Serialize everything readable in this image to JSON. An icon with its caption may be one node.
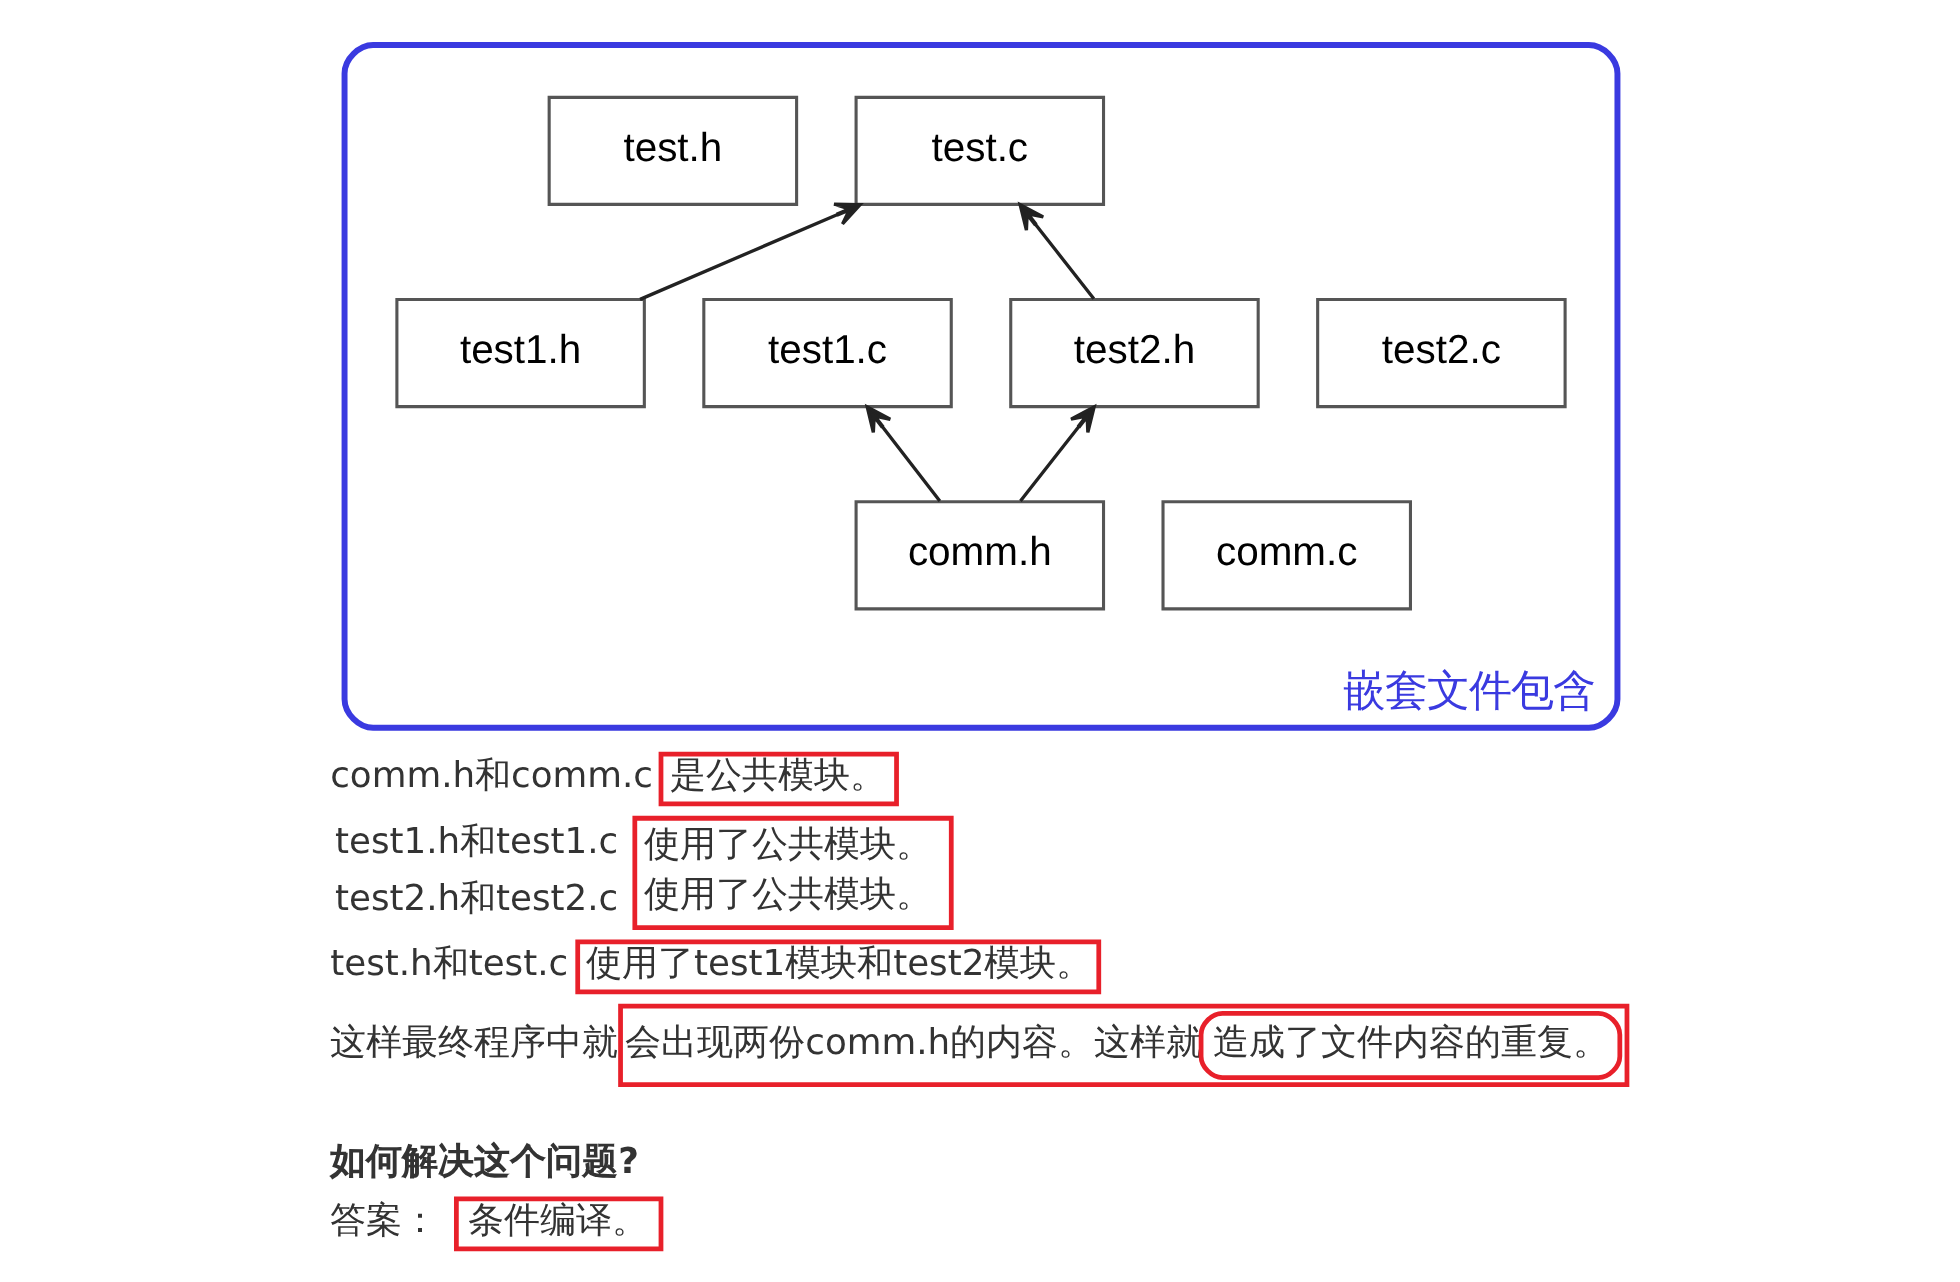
{
  "diagram": {
    "nodes": [
      {
        "text": [
          "嵌套文件包含"
        ]
      },
      {
        "text": [
          "test.h"
        ],
        "in": 0
      },
      {
        "text": [
          "test.c"
        ],
        "in": 0
      },
      {
        "text": [
          "test1.h"
        ],
        "in": 0
      },
      {
        "text": [
          "test1.c"
        ],
        "in": 0
      },
      {
        "text": [
          "test2.h"
        ],
        "in": 0
      },
      {
        "text": [
          "test2.c"
        ],
        "in": 0
      },
      {
        "text": [
          "comm.h"
        ],
        "in": 0
      },
      {
        "text": [
          "comm.c"
        ],
        "in": 0
      }
    ],
    "edges": [
      {
        "from": 3,
        "to": 2,
        "arrow": "to"
      },
      {
        "from": 5,
        "to": 2,
        "arrow": "to"
      },
      {
        "from": 7,
        "to": 4,
        "arrow": "to"
      },
      {
        "from": 7,
        "to": 5,
        "arrow": "to"
      }
    ],
    "labels": [
      "comm.h和comm.c",
      "是公共模块。",
      "test1.h和test1.c",
      "使用了公共模块。",
      "test2.h和test2.c",
      "使用了公共模块。",
      "test.h和test.c",
      "使用了test1模块和test2模块。",
      "这样最终程序中就",
      "会出现两份comm.h的内容。这样就",
      "造成了文件内容的重复。",
      "如何解决这个问题?",
      "答案：",
      "条件编译。"
    ]
  }
}
